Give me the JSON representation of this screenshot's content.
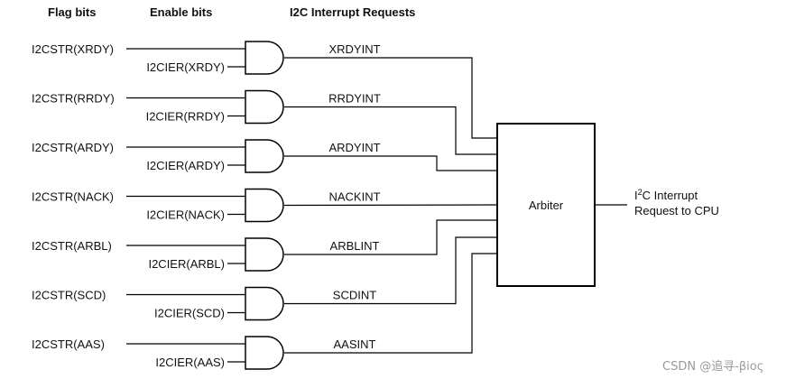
{
  "headers": {
    "flag_bits": "Flag bits",
    "enable_bits": "Enable bits",
    "requests": "I2C Interrupt Requests"
  },
  "rows": [
    {
      "flag": "I2CSTR(XRDY)",
      "enable": "I2CIER(XRDY)",
      "request": "XRDYINT"
    },
    {
      "flag": "I2CSTR(RRDY)",
      "enable": "I2CIER(RRDY)",
      "request": "RRDYINT"
    },
    {
      "flag": "I2CSTR(ARDY)",
      "enable": "I2CIER(ARDY)",
      "request": "ARDYINT"
    },
    {
      "flag": "I2CSTR(NACK)",
      "enable": "I2CIER(NACK)",
      "request": "NACKINT"
    },
    {
      "flag": "I2CSTR(ARBL)",
      "enable": "I2CIER(ARBL)",
      "request": "ARBLINT"
    },
    {
      "flag": "I2CSTR(SCD)",
      "enable": "I2CIER(SCD)",
      "request": "SCDINT"
    },
    {
      "flag": "I2CSTR(AAS)",
      "enable": "I2CIER(AAS)",
      "request": "AASINT"
    }
  ],
  "arbiter": {
    "label": "Arbiter"
  },
  "output": {
    "line1_prefix": "I",
    "line1_sup": "2",
    "line1_suffix": "C Interrupt",
    "line2": "Request to CPU"
  },
  "watermark": "CSDN @追寻-βiος"
}
